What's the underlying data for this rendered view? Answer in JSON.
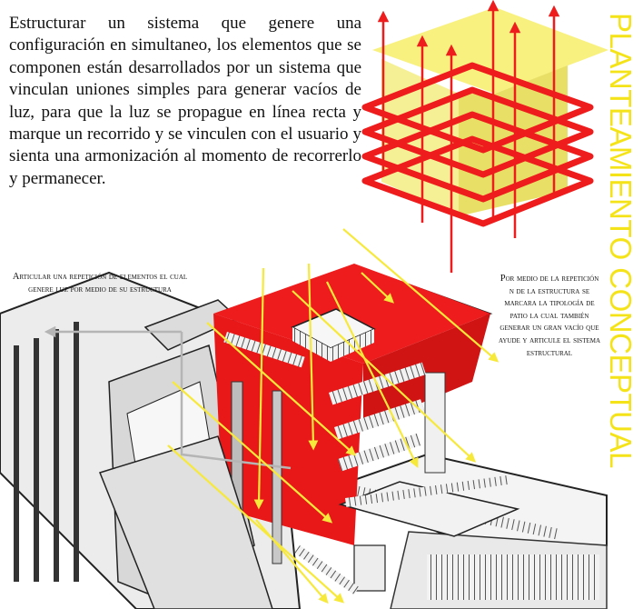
{
  "intro_text": "Estructurar un sistema que genere una configuración en simultaneo, los elementos que se componen están desarrollados por un sistema que vinculan uniones simples para generar vacíos de luz, para que la luz se propague en línea recta y marque un recorrido y se vinculen con el usuario y sienta una armonización al momento de recorrerlo y permanecer.",
  "vertical_title": "PLANTEAMIENTO CONCEPTUAL",
  "annotations": {
    "left": "Articular una repetición de elementos el cual genere luz por medio de su estructura",
    "right": "Por medio de la repetición n de la estructura se marcara la tipología de patio la cual también generar un gran vacío que ayude y articule el sistema estructural"
  },
  "colors": {
    "structure_red": "#ee1c1c",
    "light_yellow": "#f7e93c",
    "title_yellow": "#f5e31a",
    "pointer_gray": "#b5b5b5"
  }
}
